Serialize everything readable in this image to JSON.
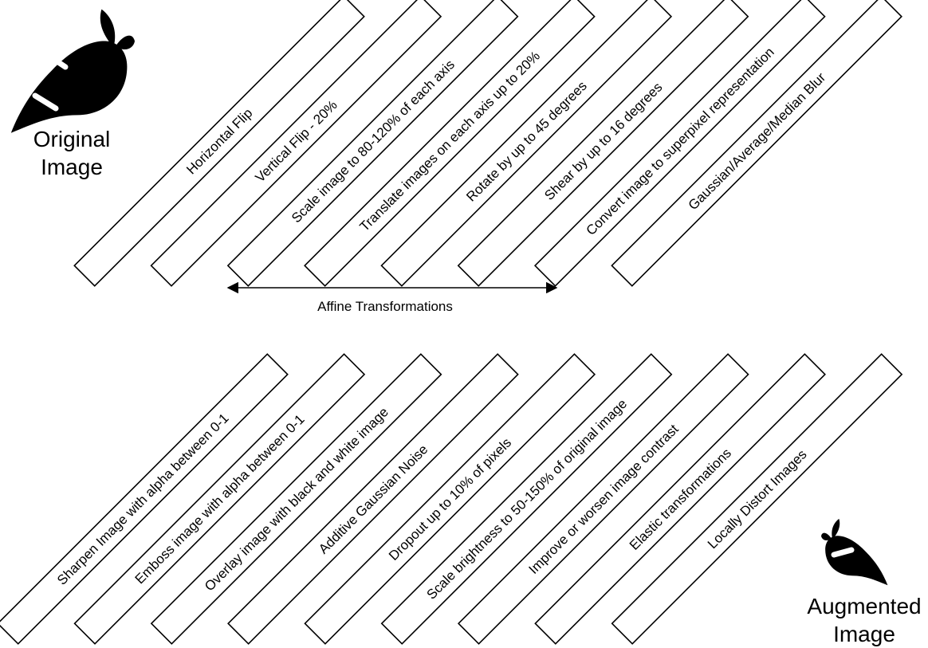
{
  "original": {
    "line1": "Original",
    "line2": "Image"
  },
  "augmented": {
    "line1": "Augmented",
    "line2": "Image"
  },
  "affine_label": "Affine Transformations",
  "top_row": [
    "Horizontal Flip",
    "Vertical Flip - 20%",
    "Scale image to 80-120% of each axis",
    "Translate images on each axis up to 20%",
    "Rotate by up to 45 degrees",
    "Shear by up to 16 degrees",
    "Convert image to superpixel representation",
    "Gaussian/Average/Median Blur"
  ],
  "bottom_row": [
    "Sharpen Image with alpha between 0-1",
    "Emboss image with alpha between 0-1",
    "Overlay image with black and white image",
    "Additive Gaussian Noise",
    "Dropout up to 10% of pixels",
    "Scale brightness to 50-150% of original image",
    "Improve or worsen image contrast",
    "Elastic transformations",
    "Locally Distort Images"
  ],
  "colors": {
    "stroke": "#000000",
    "fill": "#ffffff",
    "icon": "#000000"
  },
  "icons": {
    "original": "carrot-icon",
    "augmented": "carrot-icon"
  }
}
